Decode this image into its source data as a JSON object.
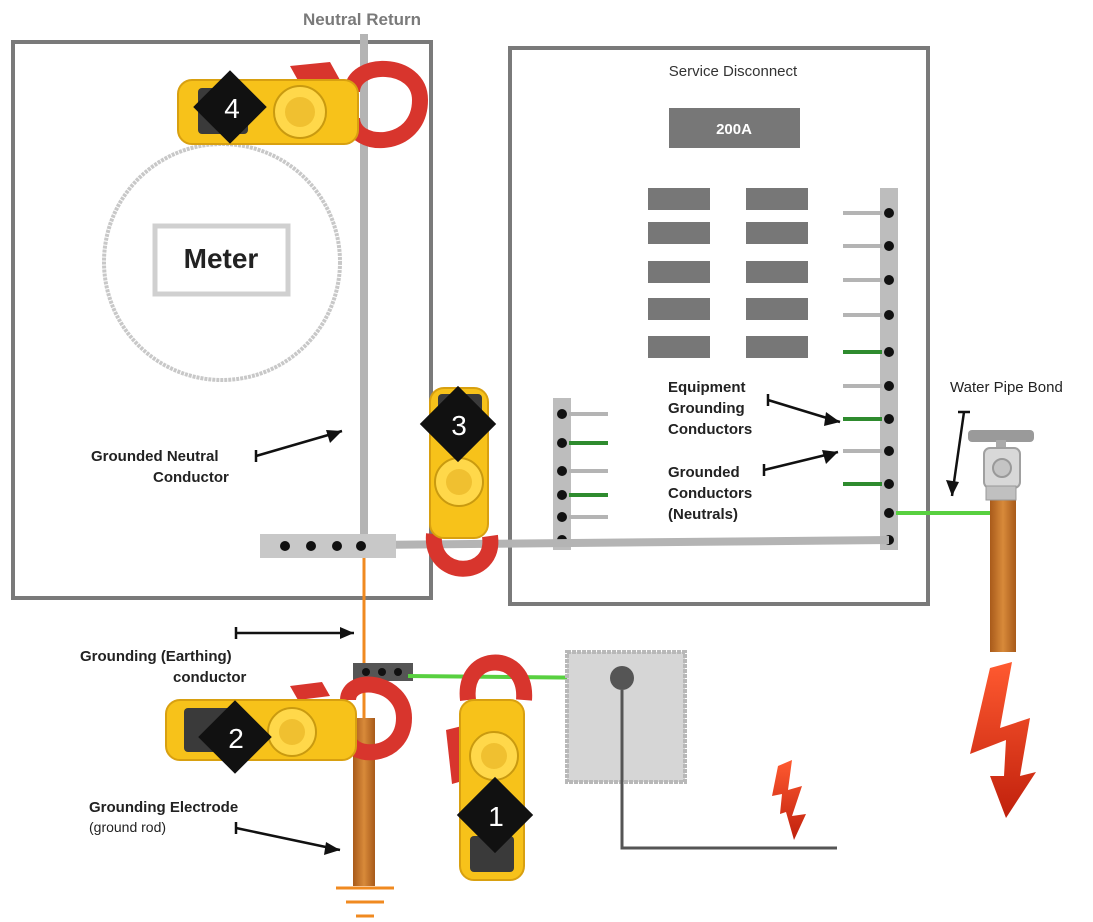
{
  "title": "Neutral Return",
  "service_disconnect": {
    "label": "Service Disconnect",
    "main_breaker": "200A"
  },
  "meter": {
    "label": "Meter"
  },
  "labels": {
    "egc_line1": "Equipment",
    "egc_line2": "Grounding",
    "egc_line3": "Conductors",
    "gc_line1": "Grounded",
    "gc_line2": "Conductors",
    "gc_line3": "(Neutrals)",
    "gnc_line1": "Grounded Neutral",
    "gnc_line2": "Conductor",
    "water_pipe": "Water Pipe Bond",
    "earthing_line1": "Grounding (Earthing)",
    "earthing_line2": "conductor",
    "electrode_line1": "Grounding Electrode",
    "electrode_line2": "(ground rod)"
  },
  "clamp_meters": [
    {
      "number": "1"
    },
    {
      "number": "2"
    },
    {
      "number": "3"
    },
    {
      "number": "4"
    }
  ],
  "colors": {
    "enclosure": "#7a7a7a",
    "neutral": "#b4b4b4",
    "ground_green": "#2e8b2e",
    "bond_green": "#58d040",
    "copper": "#cc7a2a",
    "breaker": "#777777",
    "lightning": "#d82a12",
    "meter_yellow": "#f7c21a",
    "meter_red": "#d8352d"
  }
}
